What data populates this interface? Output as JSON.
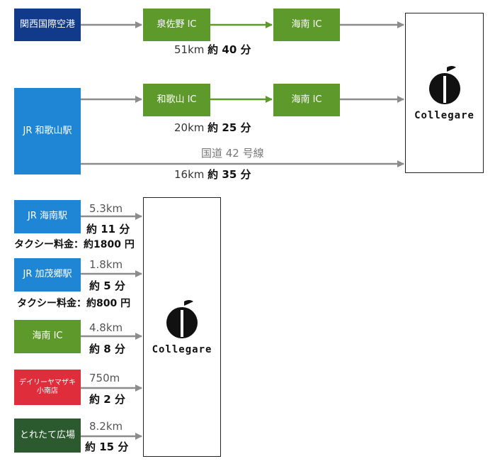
{
  "top": {
    "origin_kix": "関西国際空港",
    "ic_izumisano": "泉佐野 IC",
    "ic_kainan_1": "海南 IC",
    "route1_distance": "51km",
    "route1_time": "約 40 分",
    "origin_wakayama": "JR 和歌山駅",
    "ic_wakayama": "和歌山 IC",
    "ic_kainan_2": "海南 IC",
    "route2_distance": "20km",
    "route2_time": "約 25 分",
    "road_label": "国道 42 号線",
    "route3_distance": "16km",
    "route3_time": "約 35 分",
    "brand": "Collegare"
  },
  "bottom": {
    "items": [
      {
        "label": "JR 海南駅",
        "distance": "5.3km",
        "time": "約 11 分",
        "taxi": "タクシー料金：約1800 円"
      },
      {
        "label": "JR 加茂郷駅",
        "distance": "1.8km",
        "time": "約 5 分",
        "taxi": "タクシー料金：約800 円"
      },
      {
        "label": "海南 IC",
        "distance": "4.8km",
        "time": "約 8 分"
      },
      {
        "label_line1": "デイリーヤマザキ",
        "label_line2": "小南店",
        "distance": "750m",
        "time": "約 2 分"
      },
      {
        "label": "とれたて広場",
        "distance": "8.2km",
        "time": "約 15 分"
      }
    ],
    "brand": "Collegare"
  },
  "colors": {
    "navy": "#123a8a",
    "blue": "#1f86d6",
    "green": "#5e9a2b",
    "red": "#e02d3c",
    "dark_green": "#2b5a2e",
    "arrow_gray": "#8c8c8c",
    "arrow_green": "#5e9a2b"
  }
}
